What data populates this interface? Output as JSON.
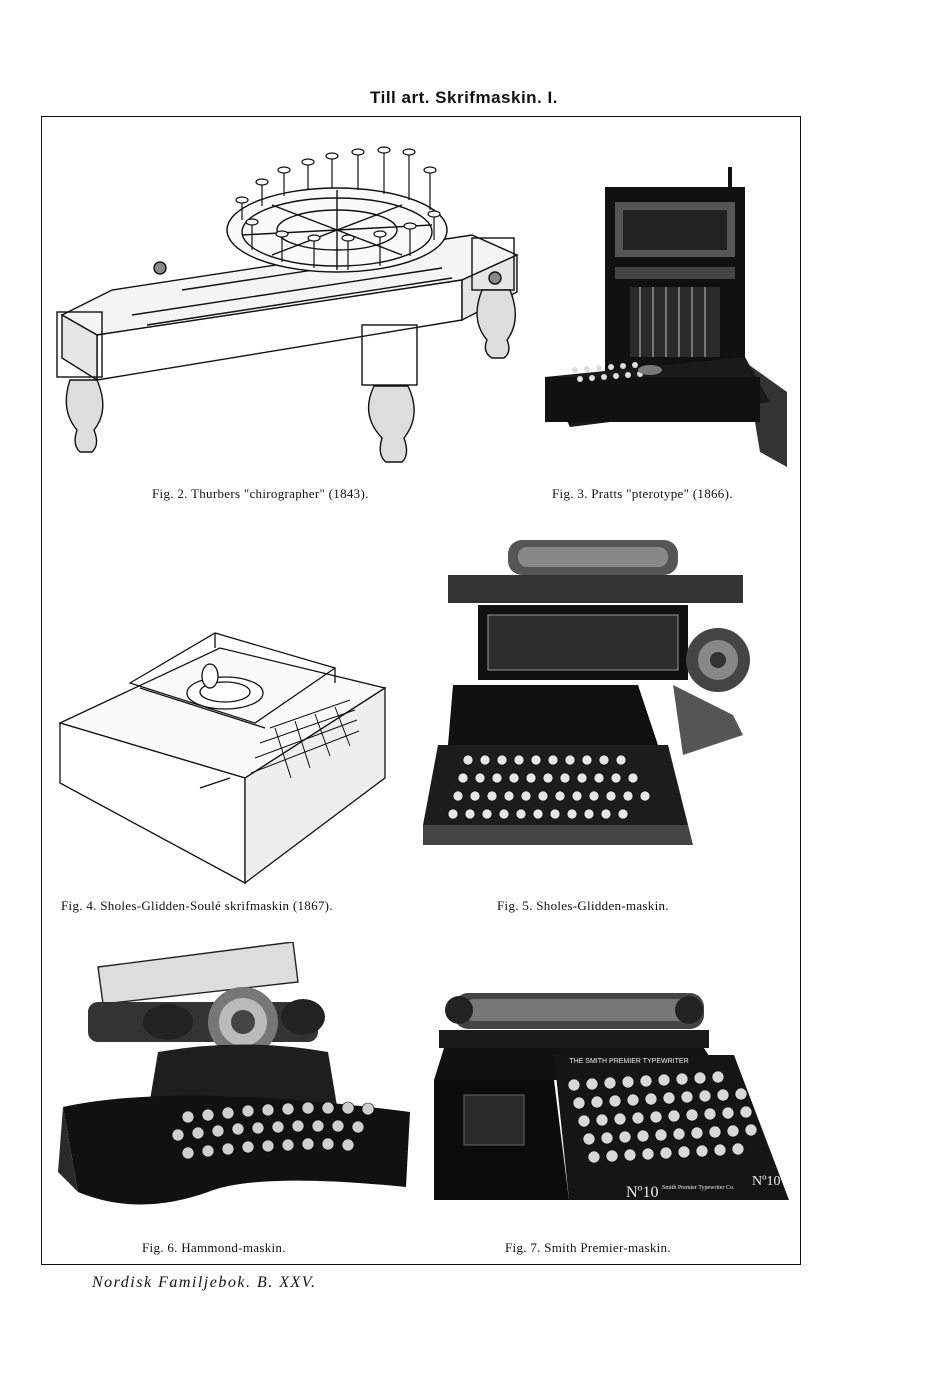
{
  "page": {
    "title": "Till art. Skrifmaskin.  I.",
    "footer": "Nordisk Familjebok.  B. XXV."
  },
  "figures": [
    {
      "id": "fig2",
      "caption": "Fig. 2.   Thurbers \"chirographer\" (1843)."
    },
    {
      "id": "fig3",
      "caption": "Fig. 3.   Pratts \"pterotype\" (1866)."
    },
    {
      "id": "fig4",
      "caption": "Fig. 4.   Sholes-Glidden-Soulé skrifmaskin (1867)."
    },
    {
      "id": "fig5",
      "caption": "Fig. 5.   Sholes-Glidden-maskin."
    },
    {
      "id": "fig6",
      "caption": "Fig. 6.   Hammond-maskin."
    },
    {
      "id": "fig7",
      "caption": "Fig. 7.   Smith Premier-maskin."
    }
  ],
  "fig7_plate": {
    "nameplate": "THE SMITH PREMIER TYPEWRITER",
    "number_left": "Nº10",
    "number_right": "Nº10",
    "brand": "Smith Premier Typewriter Co."
  }
}
